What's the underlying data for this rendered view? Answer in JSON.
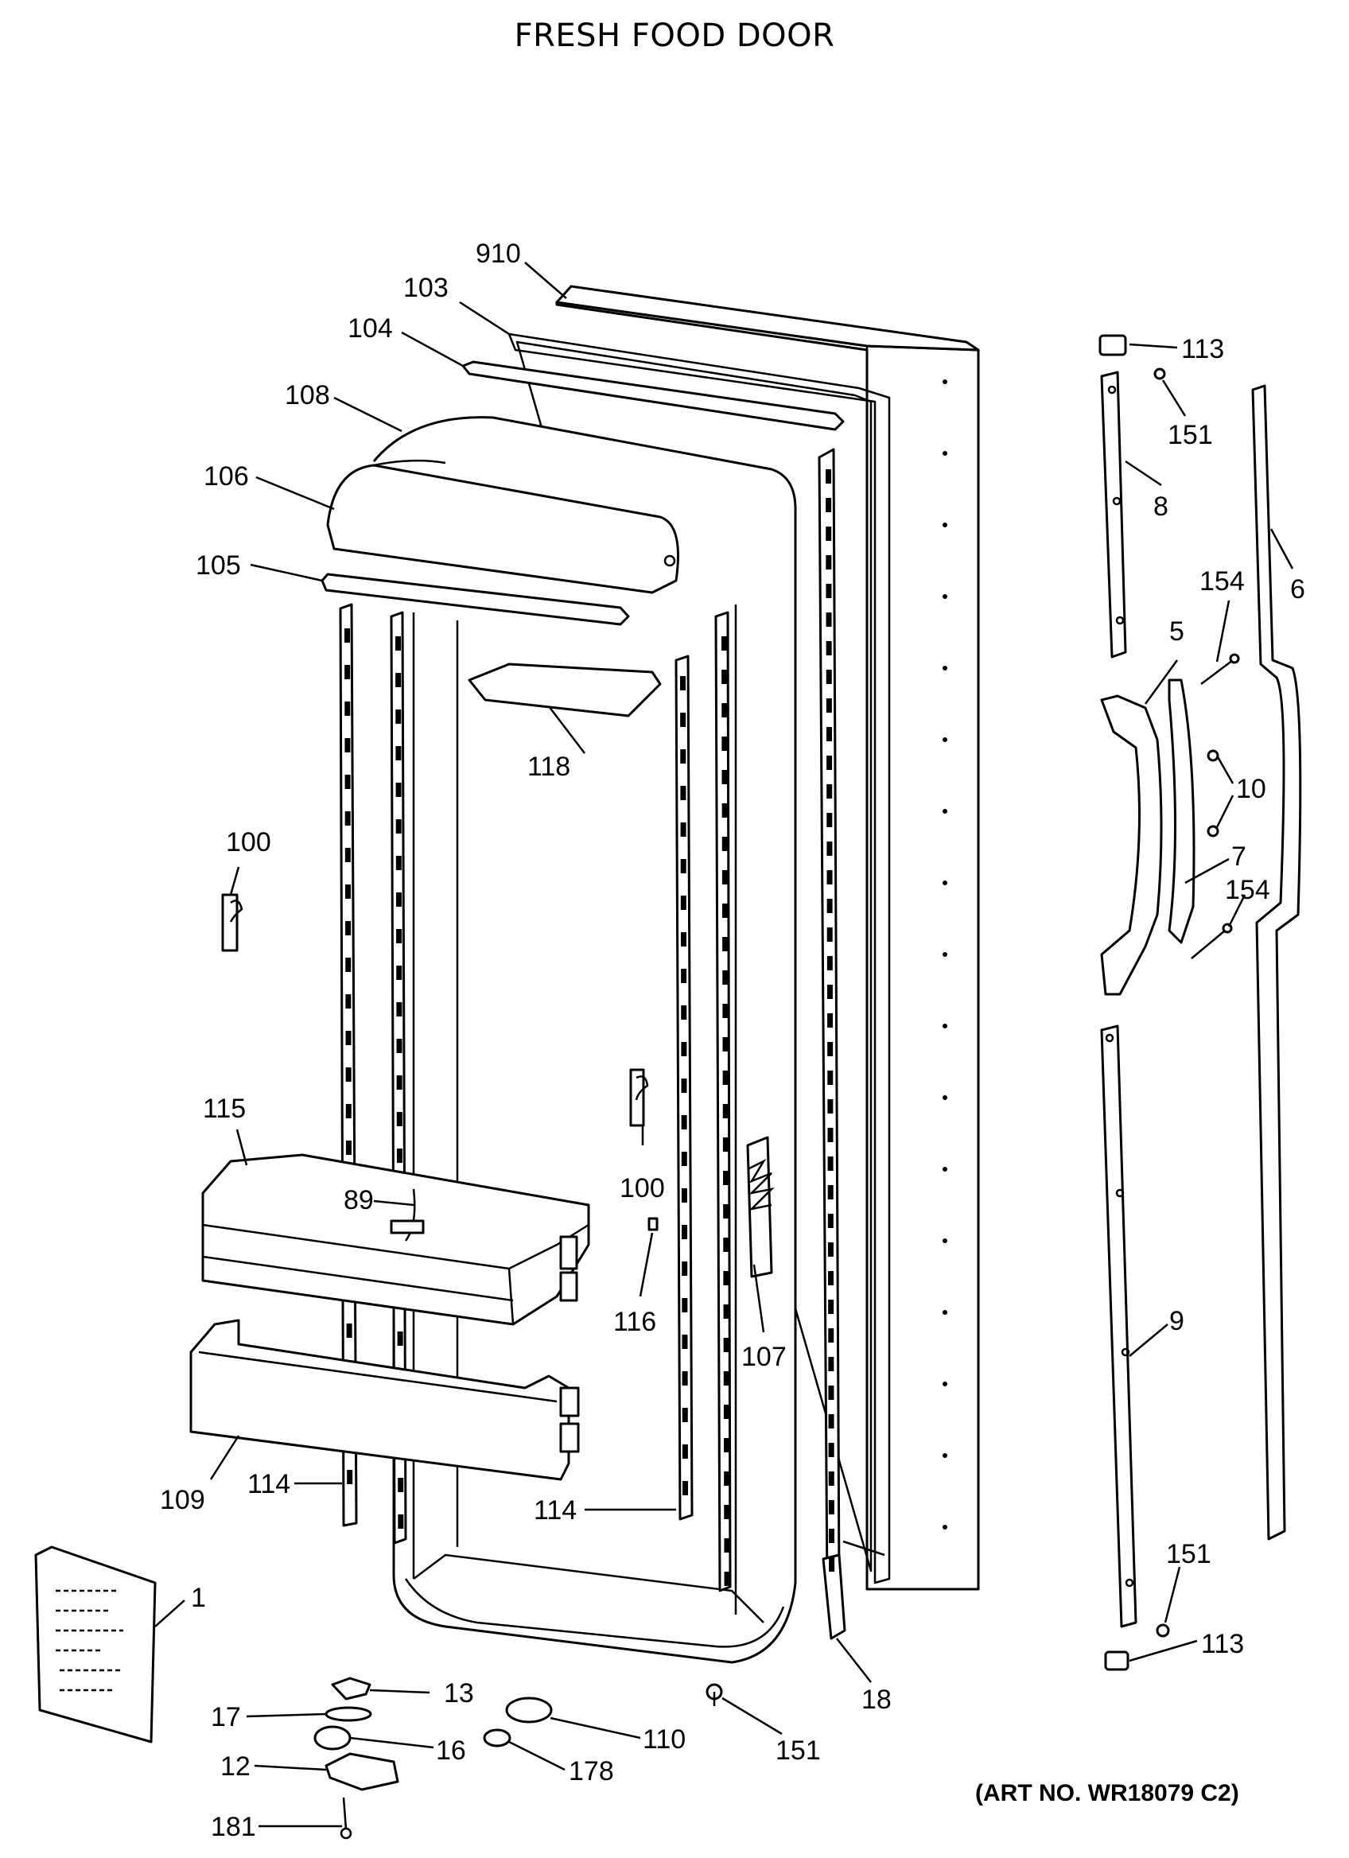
{
  "title": "FRESH FOOD DOOR",
  "art_no": "(ART NO. WR18079 C2)",
  "callouts": {
    "c910": "910",
    "c103": "103",
    "c104": "104",
    "c108": "108",
    "c106": "106",
    "c105": "105",
    "c118": "118",
    "c100a": "100",
    "c115": "115",
    "c89": "89",
    "c100b": "100",
    "c116": "116",
    "c107": "107",
    "c109": "109",
    "c114a": "114",
    "c114b": "114",
    "c1": "1",
    "c13": "13",
    "c17": "17",
    "c16": "16",
    "c12": "12",
    "c181": "181",
    "c110": "110",
    "c178": "178",
    "c151a": "151",
    "c18": "18",
    "c113a": "113",
    "c151b": "151",
    "c8": "8",
    "c154a": "154",
    "c6": "6",
    "c5": "5",
    "c10": "10",
    "c7": "7",
    "c154b": "154",
    "c9": "9",
    "c151c": "151",
    "c113b": "113"
  }
}
